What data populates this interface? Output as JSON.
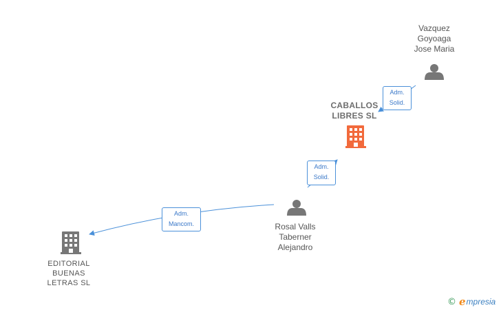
{
  "colors": {
    "edge": "#4a90d9",
    "person_icon": "#777777",
    "company_icon": "#777777",
    "focus_icon": "#f26a3c"
  },
  "nodes": {
    "vazquez": {
      "label": "Vazquez\nGoyoaga\nJose Maria",
      "icon": "person-icon"
    },
    "caballos": {
      "label": "CABALLOS\nLIBRES SL",
      "icon": "building-icon"
    },
    "rosal": {
      "label": "Rosal Valls\nTaberner\nAlejandro",
      "icon": "person-icon"
    },
    "editorial": {
      "label": "EDITORIAL\nBUENAS\nLETRAS SL",
      "icon": "building-icon"
    }
  },
  "edges": {
    "vazquez_caballos": {
      "label": "Adm.\nSolid."
    },
    "rosal_caballos": {
      "label": "Adm.\nSolid."
    },
    "rosal_editorial": {
      "label": "Adm.\nMancom."
    }
  },
  "footer": {
    "copyright_symbol": "©",
    "brand_initial": "e",
    "brand_rest": "mpresia"
  }
}
